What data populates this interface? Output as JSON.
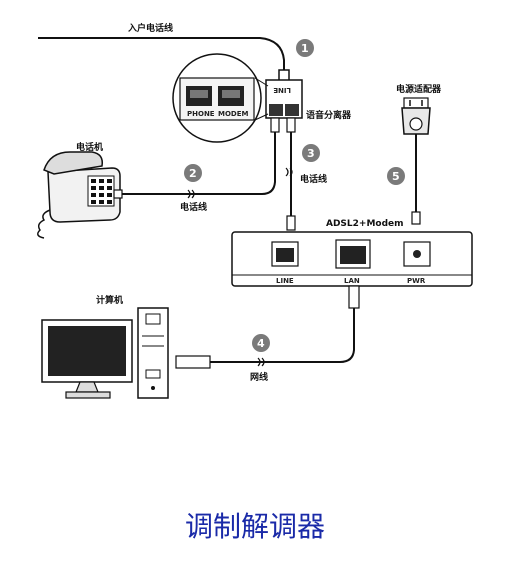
{
  "labels": {
    "incoming_line": "入户电话线",
    "splitter": "语音分离器",
    "phone": "电话机",
    "phone_cable": "电话线",
    "phone_cable_2": "电话线",
    "power_adapter": "电源适配器",
    "modem": "ADSL2+Modem",
    "port_line": "LINE",
    "port_lan": "LAN",
    "port_pwr": "PWR",
    "computer": "计算机",
    "network_cable": "网线",
    "splitter_phone": "PHONE",
    "splitter_modem": "MODEM",
    "splitter_line": "LINE"
  },
  "steps": [
    "1",
    "2",
    "3",
    "4",
    "5"
  ],
  "caption": "调制解调器",
  "colors": {
    "caption": "#1a2aa8",
    "step_badge": "#7a7a7a"
  }
}
